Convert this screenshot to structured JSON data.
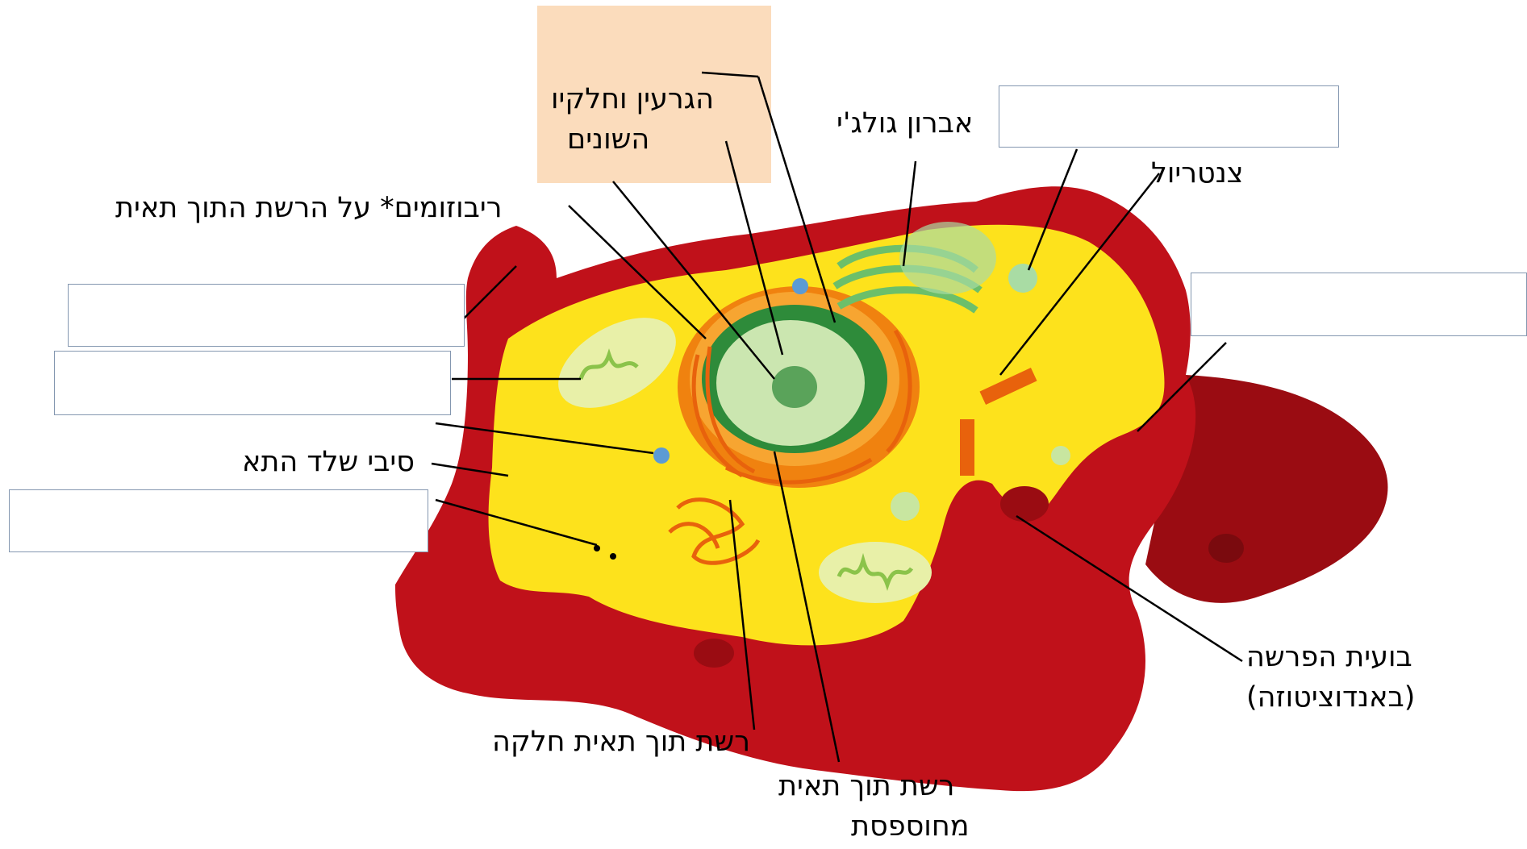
{
  "labels": {
    "nucleus_line1": "הגרעין וחלקיו",
    "nucleus_line2": "השונים",
    "golgi": "אברון גולג'י",
    "centriole": "צנטריול",
    "ribosomes": "ריבוזומים* על הרשת התוך תאית",
    "cytoskeleton": "סיבי שלד התא",
    "vesicle_line1": "בועית הפרשה",
    "vesicle_line2": "(באנדוציטוזה)",
    "smooth_er": "רשת תוך תאית חלקה",
    "rough_er_line1": "רשת תוך תאית",
    "rough_er_line2": "מחוספסת"
  },
  "blank_boxes": [
    "box-1",
    "box-2",
    "box-3",
    "box-4",
    "box-5"
  ],
  "colors": {
    "membrane": "#c0111a",
    "membrane_dark": "#9a0c12",
    "cytoplasm": "#fde21c",
    "nucleus_envelope": "#f0820f",
    "nucleoplasm": "#cbe6b0",
    "nucleolus": "#5aa35a",
    "golgi": "#8fd08a",
    "highlight": "#fbdcbc",
    "box_border": "#8497b0"
  }
}
